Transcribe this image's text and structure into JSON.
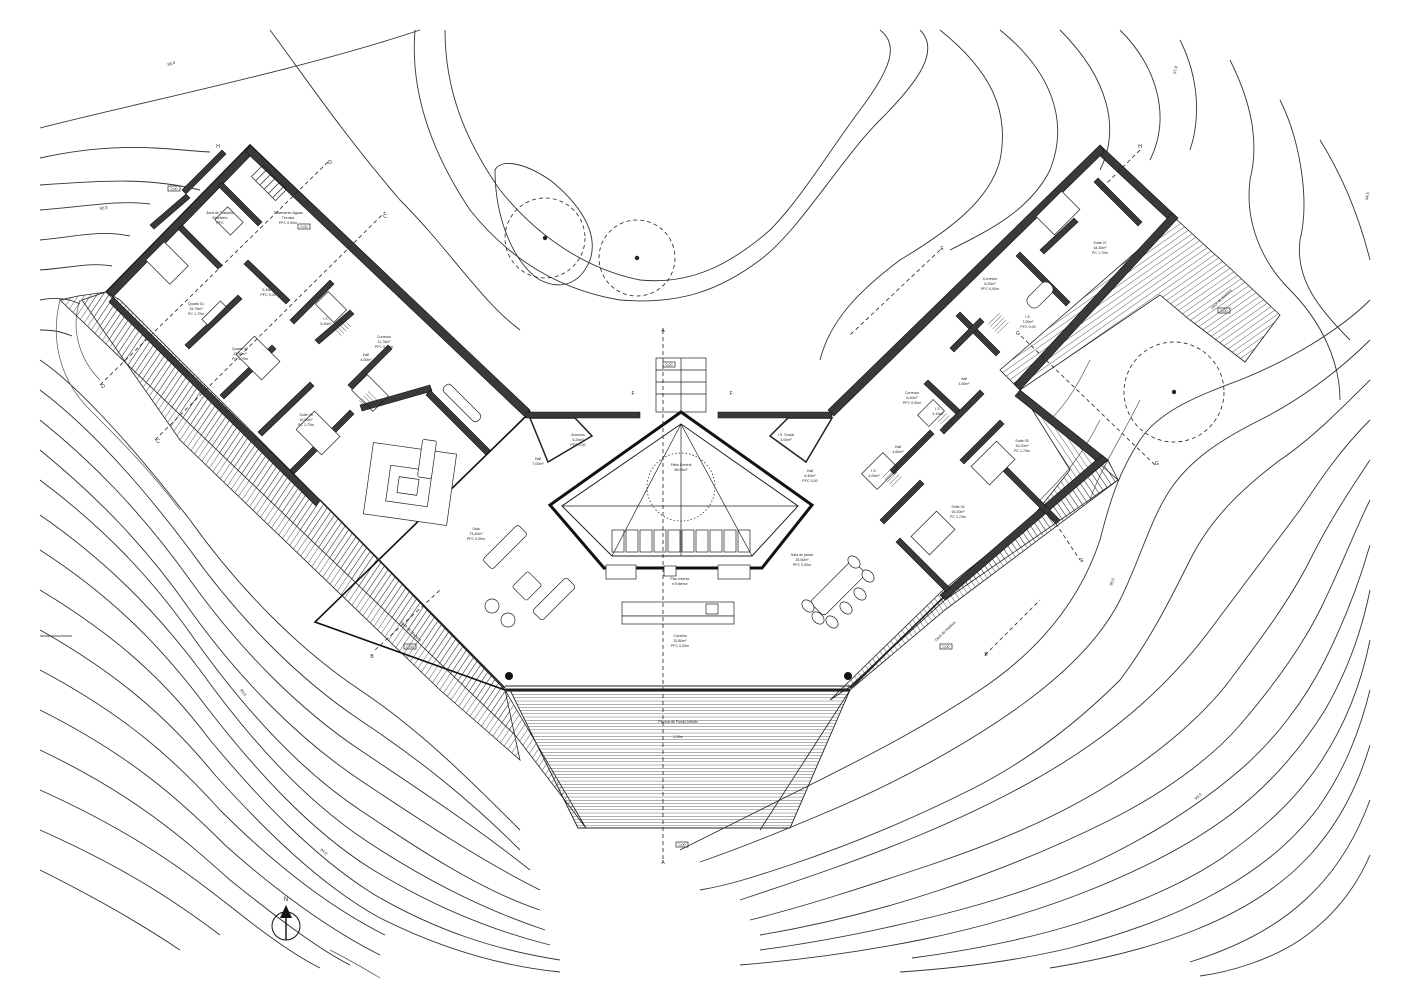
{
  "drawing": {
    "room_labels": [
      {
        "id": "estudo",
        "name": "Área de Trabalho",
        "detail": "Escritório",
        "level": "PFC"
      },
      {
        "id": "teto",
        "name": "Tratamento Águas",
        "detail": "Técnica",
        "level": "PFC 0,00m"
      },
      {
        "id": "quarto1",
        "name": "Quarto 01",
        "detail": "15,75m²",
        "level": "PC 1,70m"
      },
      {
        "id": "hall1",
        "name": "Hall",
        "detail": "5,45m²",
        "level": "PFC 0,00"
      },
      {
        "id": "is1",
        "name": "I.S.",
        "detail": "5,40m²",
        "level": ""
      },
      {
        "id": "quarto2",
        "name": "Quarto 02",
        "detail": "15,50m²",
        "level": "PC 1,70m"
      },
      {
        "id": "corredor1",
        "name": "Corredor",
        "detail": "11,75m²",
        "level": "PFC 0,00m"
      },
      {
        "id": "hall2",
        "name": "Hall",
        "detail": "4,00m²",
        "level": ""
      },
      {
        "id": "suite3",
        "name": "Suite 03",
        "detail": "15,00m²",
        "level": "PC 1,70m"
      },
      {
        "id": "estar",
        "name": "Sala",
        "detail": "73,40m²",
        "level": "PFC 0,00m"
      },
      {
        "id": "hall3",
        "name": "Hall",
        "detail": "7,00m²",
        "level": ""
      },
      {
        "id": "arrumos",
        "name": "Arrumos",
        "detail": "5,20m²",
        "level": "PFC 0,00"
      },
      {
        "id": "patio",
        "name": "Pátio Central",
        "detail": "58,00m²",
        "level": ""
      },
      {
        "id": "is_social",
        "name": "I.S. Social",
        "detail": "3,00m²",
        "level": ""
      },
      {
        "id": "hall4",
        "name": "Hall",
        "detail": "6,40m²",
        "level": "PFC 0,00"
      },
      {
        "id": "cozinha_ext",
        "name": "Piso Interior",
        "detail": "e Exterior",
        "level": ""
      },
      {
        "id": "cozinha",
        "name": "Cozinha",
        "detail": "32,80m²",
        "level": "PFC 0,00m"
      },
      {
        "id": "refeicoes",
        "name": "Sala de jantar",
        "detail": "35,50m²",
        "level": "PFC 0,00m"
      },
      {
        "id": "suite4",
        "name": "Suite 04",
        "detail": "15,20m²",
        "level": "PC 1,70m"
      },
      {
        "id": "hall5",
        "name": "Hall",
        "detail": "4,60m²",
        "level": ""
      },
      {
        "id": "is5",
        "name": "I.S.",
        "detail": "4,00m²",
        "level": ""
      },
      {
        "id": "suite5",
        "name": "Suite 05",
        "detail": "15,20m²",
        "level": "PC 1,70m"
      },
      {
        "id": "corredor2",
        "name": "Corredor",
        "detail": "8,40m²",
        "level": "PFC 0,00m"
      },
      {
        "id": "is6",
        "name": "I.S.",
        "detail": "4,10m²",
        "level": ""
      },
      {
        "id": "hall6",
        "name": "Hall",
        "detail": "3,50m²",
        "level": ""
      },
      {
        "id": "corredor3",
        "name": "Corredor",
        "detail": "6,20m²",
        "level": "PFC 0,00m"
      },
      {
        "id": "suite7",
        "name": "Suite 07",
        "detail": "18,30m²",
        "level": "PC 1,70m"
      },
      {
        "id": "is7",
        "name": "I.S.",
        "detail": "7,00m²",
        "level": "PFC 0,00"
      },
      {
        "id": "deck_l",
        "name": "Deck de Madeira",
        "detail": "",
        "level": ""
      },
      {
        "id": "deck_r",
        "name": "Deck de Madeira",
        "detail": "",
        "level": ""
      },
      {
        "id": "deck_ne",
        "name": "Deck de Madeira",
        "detail": "",
        "level": ""
      },
      {
        "id": "piscina",
        "name": "Piscina de Fundo Infinito",
        "detail": "",
        "level": ""
      }
    ],
    "section_marks": [
      "A",
      "A",
      "B",
      "B",
      "C",
      "C",
      "D",
      "D",
      "E",
      "E",
      "F",
      "F",
      "G",
      "G",
      "H",
      "H"
    ],
    "level_tags": [
      "0,00",
      "0,00",
      "0,00",
      "0,00",
      "0,00",
      "0,00",
      "0,00"
    ],
    "contour_elevations": [
      "95,0",
      "97,0",
      "94,5",
      "96,0",
      "93,0",
      "93,0",
      "94,0",
      "92,0"
    ],
    "pool_depth": "1,20m",
    "north_label": "N"
  }
}
